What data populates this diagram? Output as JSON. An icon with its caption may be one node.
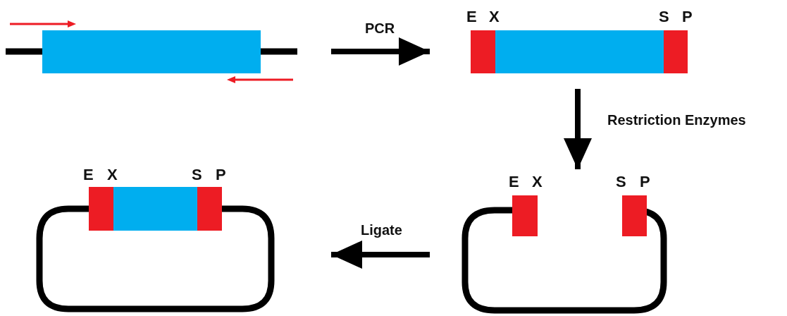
{
  "diagram": {
    "nodes": [
      {
        "text": [],
        "shape": "bar"
      },
      {
        "text": [],
        "shape": "picture"
      },
      {
        "text": [],
        "shape": "picture"
      },
      {
        "text": [],
        "shape": "picture"
      }
    ],
    "edges": [
      {
        "from": 0,
        "to": 1,
        "arrow": "to",
        "label": "PCR"
      },
      {
        "from": 1,
        "to": 2,
        "arrow": "to",
        "label": "Restriction Enzymes"
      },
      {
        "from": 2,
        "to": 3,
        "arrow": "to",
        "label": "Ligate"
      }
    ],
    "labels": [
      "E",
      "X",
      "S",
      "P",
      "E",
      "X",
      "S",
      "P",
      "E",
      "X",
      "S",
      "P"
    ]
  }
}
